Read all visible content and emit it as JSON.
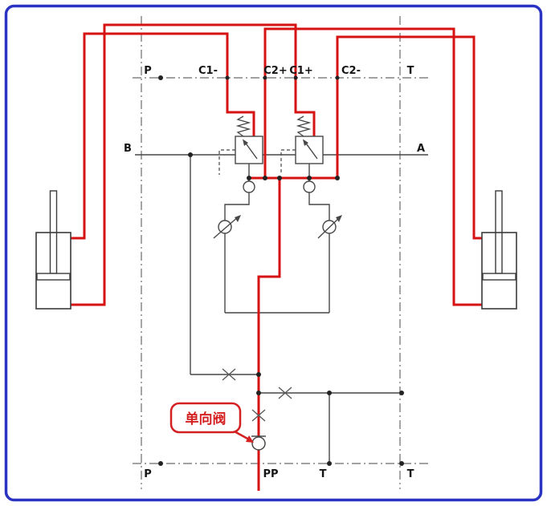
{
  "schematic": {
    "kind": "hydraulic-manifold-diagram",
    "top_ports": {
      "p": "P",
      "c1_minus": "C1-",
      "c2_plus": "C2+",
      "c1_plus": "C1+",
      "c2_minus": "C2-",
      "t": "T"
    },
    "side_ports": {
      "left": "B",
      "right": "A"
    },
    "bottom_ports": {
      "p": "P",
      "pp": "PP",
      "t_mid": "T",
      "t_right": "T"
    },
    "callout": {
      "label": "单向阀"
    },
    "colors": {
      "highlight_path": "#d61212",
      "line": "#474747",
      "boundary": "#6a6a6a",
      "label_text": "#151515",
      "callout_red": "#d42020",
      "frame_blue": "#2a33c2"
    },
    "symbols": {
      "relief_valve_left": "relief-valve",
      "relief_valve_right": "relief-valve",
      "check_valve_left": "check-valve",
      "check_valve_right": "check-valve",
      "flow_control_left": "one-way-flow-control",
      "flow_control_right": "one-way-flow-control",
      "check_valve_bottom": "check-valve",
      "cylinder_left": "hydraulic-cylinder",
      "cylinder_right": "hydraulic-cylinder"
    }
  }
}
